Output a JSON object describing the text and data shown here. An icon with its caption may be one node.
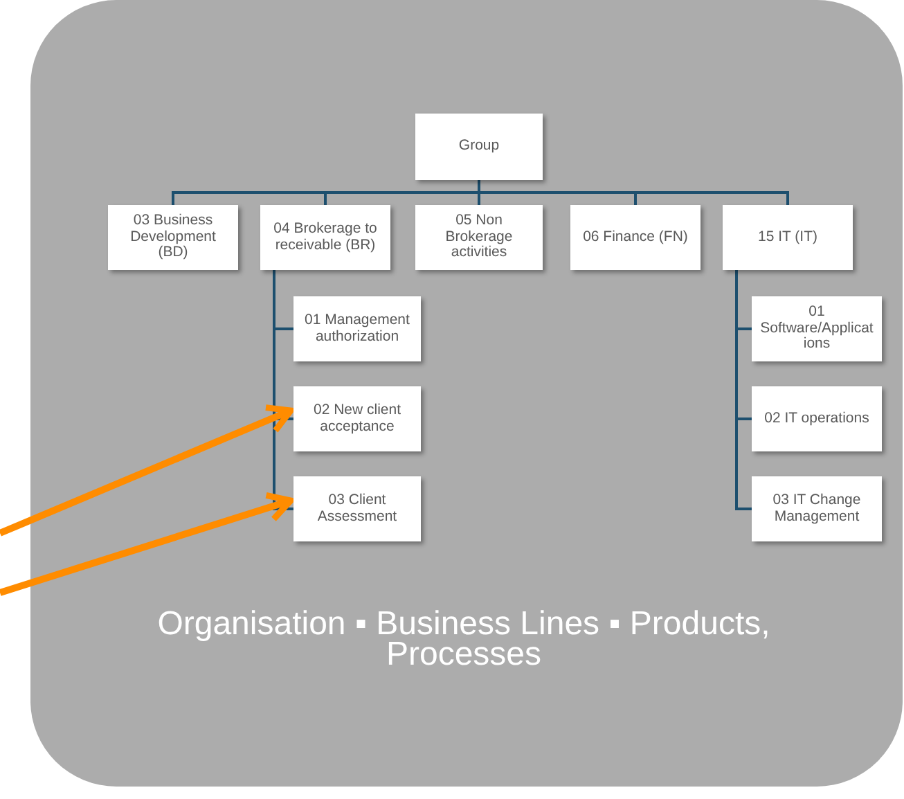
{
  "diagram": {
    "nodes": [
      {
        "text": [
          "Organisation ▪ Business Lines ▪ Products, Processes"
        ]
      },
      {
        "text": [
          "Group"
        ],
        "in": 0
      },
      {
        "text": [
          "03 Business Development (BD)"
        ],
        "in": 0
      },
      {
        "text": [
          "04 Brokerage to receivable (BR)"
        ],
        "in": 0
      },
      {
        "text": [
          "05 Non Brokerage activities"
        ],
        "in": 0
      },
      {
        "text": [
          "06 Finance (FN)"
        ],
        "in": 0
      },
      {
        "text": [
          "15 IT (IT)"
        ],
        "in": 0
      },
      {
        "text": [
          "01 Management authorization"
        ],
        "in": 0
      },
      {
        "text": [
          "02 New client acceptance"
        ],
        "in": 0
      },
      {
        "text": [
          "03 Client Assessment"
        ],
        "in": 0
      },
      {
        "text": [
          "01 Software/Applications"
        ],
        "in": 0
      },
      {
        "text": [
          "02 IT operations"
        ],
        "in": 0
      },
      {
        "text": [
          "03 IT Change Management"
        ],
        "in": 0
      }
    ],
    "edges": [
      {
        "from": 1,
        "to": 2,
        "arrow": "none"
      },
      {
        "from": 1,
        "to": 3,
        "arrow": "none"
      },
      {
        "from": 1,
        "to": 4,
        "arrow": "none"
      },
      {
        "from": 1,
        "to": 5,
        "arrow": "none"
      },
      {
        "from": 1,
        "to": 6,
        "arrow": "none"
      },
      {
        "from": 3,
        "to": 7,
        "arrow": "none"
      },
      {
        "from": 3,
        "to": 8,
        "arrow": "none"
      },
      {
        "from": 3,
        "to": 9,
        "arrow": "none"
      },
      {
        "from": 6,
        "to": 10,
        "arrow": "none"
      },
      {
        "from": 6,
        "to": 11,
        "arrow": "none"
      },
      {
        "from": 6,
        "to": 12,
        "arrow": "none"
      },
      {
        "from": null,
        "to": 8,
        "arrow": "to",
        "style": "thick",
        "color": "#ff8c00"
      },
      {
        "from": null,
        "to": 9,
        "arrow": "to",
        "style": "thick",
        "color": "#ff8c00"
      }
    ]
  }
}
